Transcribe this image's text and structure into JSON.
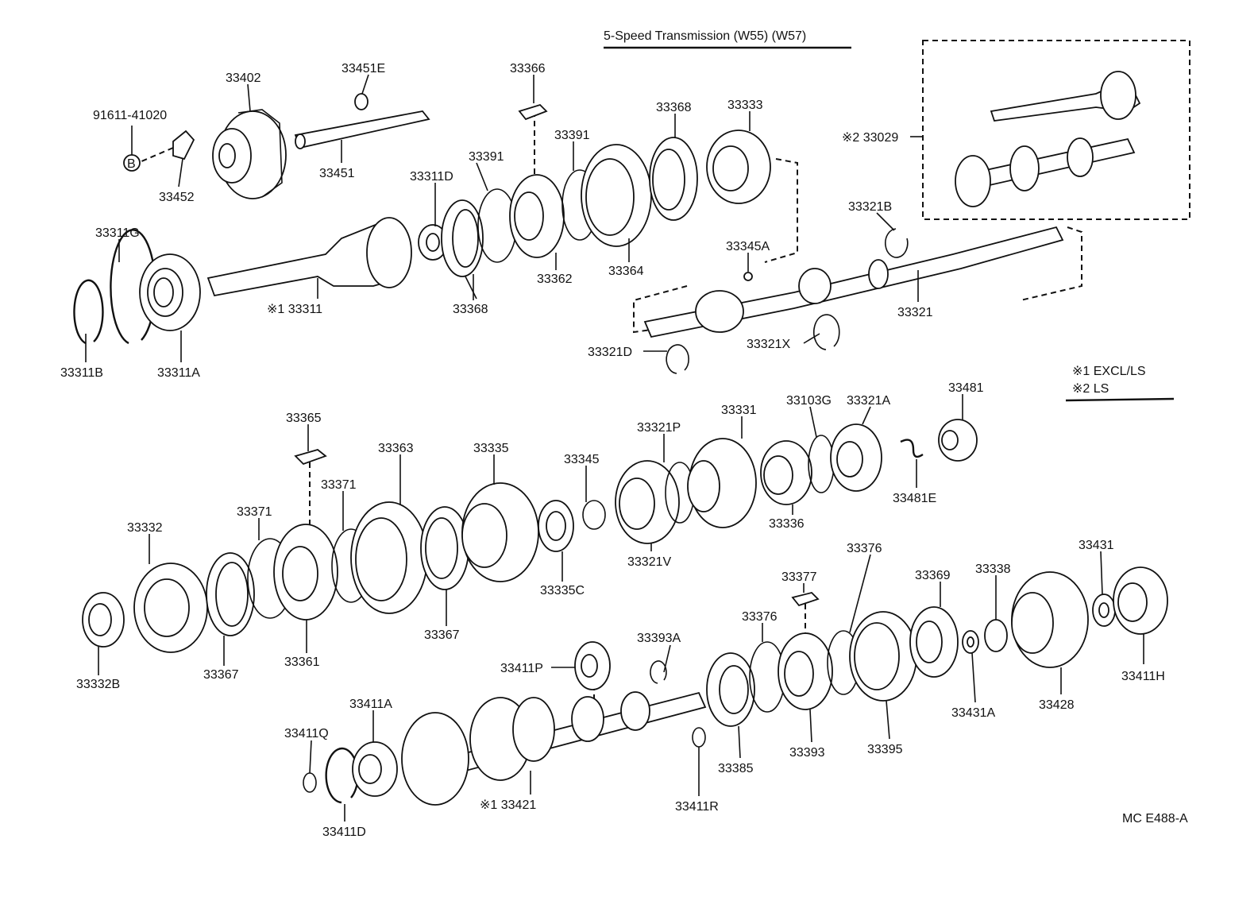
{
  "diagram": {
    "title": "5-Speed Transmission (W55) (W57)",
    "legend": {
      "item1": "※1 EXCL/LS",
      "item2": "※2 LS"
    },
    "footer_code": "MC  E488-A",
    "circle_marker": "B",
    "labels": [
      "91611-41020",
      "33452",
      "33402",
      "33451E",
      "33451",
      "33366",
      "33391",
      "33391",
      "33311D",
      "33368",
      "33333",
      "※2 33029",
      "33321B",
      "33345A",
      "33311G",
      "33311B",
      "33311A",
      "※1 33311",
      "33368",
      "33362",
      "33364",
      "33321",
      "33321D",
      "33321X",
      "33365",
      "33363",
      "33335",
      "33371",
      "33371",
      "33345",
      "33321P",
      "33331",
      "33103G",
      "33321A",
      "33481",
      "33481E",
      "33336",
      "33321V",
      "33332",
      "33335C",
      "33367",
      "33367",
      "33361",
      "33332B",
      "33376",
      "33377",
      "33376",
      "33369",
      "33338",
      "33431",
      "33411H",
      "33431A",
      "33428",
      "33395",
      "33393",
      "33385",
      "33393A",
      "33411P",
      "33411A",
      "33411Q",
      "33411D",
      "※1 33421",
      "33411R"
    ]
  }
}
